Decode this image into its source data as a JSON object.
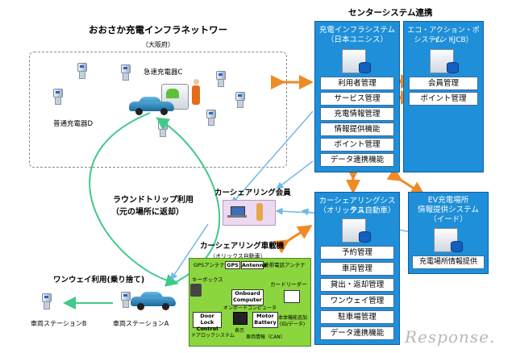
{
  "osaka_network": {
    "title": "おおさか充電インフラネットワー",
    "subtitle": "（大阪府）",
    "fast_charger_label": "急速充電器C",
    "normal_charger_label": "普通充電器D"
  },
  "center_system": {
    "header": "センターシステム連携",
    "infra_system": {
      "title_line1": "充電インフラシステム",
      "title_line2": "（日本ユニシス）",
      "items": [
        "利用者管理",
        "サービス管理",
        "充電情報管理",
        "情報提供機能",
        "ポイント管理",
        "データ連携機能"
      ]
    },
    "eco_point_system": {
      "title_line1": "エコ・アクション・ポイント",
      "title_line2": "システム　（JCB）",
      "items": [
        "会員管理",
        "ポイント管理"
      ]
    },
    "carsharing_system": {
      "title_line1": "カーシェアリングシステム",
      "title_line2": "（オリックス自動車）",
      "items": [
        "予約管理",
        "車両管理",
        "貸出・返却管理",
        "ワンウェイ管理",
        "駐車場管理",
        "データ連携機能"
      ]
    },
    "ev_info_system": {
      "title_line1": "EV充電場所",
      "title_line2": "情報提供システム",
      "title_line3": "（イード）",
      "items": [
        "充電場所情報提供"
      ]
    }
  },
  "member": {
    "label": "カーシェアリング会員"
  },
  "round_trip": {
    "line1": "ラウンドトリップ利用",
    "line2": "（元の場所に返却）"
  },
  "one_way": {
    "label": "ワンウェイ利用(乗り捨て)",
    "station_b": "車両ステーションB",
    "station_a": "車両ステーションA"
  },
  "onboard": {
    "title": "カーシェアリング車載機",
    "subtitle": "（オリックス自動車）",
    "gps_antenna": "GPSアンテナ",
    "gps": "GPS",
    "antenna": "Antenna",
    "mobile_antenna": "携帯電話アンテナ",
    "key_box": "キーボックス",
    "onboard_computer_1": "Onboard",
    "onboard_computer_2": "Computer",
    "card_reader": "カードリーダー",
    "onboard_computer_jp": "オンボードコンピュータ",
    "door_lock_1": "Door Lock",
    "door_lock_2": "Control",
    "door_lock_jp": "ドアロックシステム",
    "display": "表示",
    "motor_1": "Motor",
    "motor_2": "Battery",
    "vehicle_info": "車両情報（CAN）",
    "internet_1": "本体機能追加",
    "internet_2": "(ID/データ)"
  },
  "watermark": "Response."
}
